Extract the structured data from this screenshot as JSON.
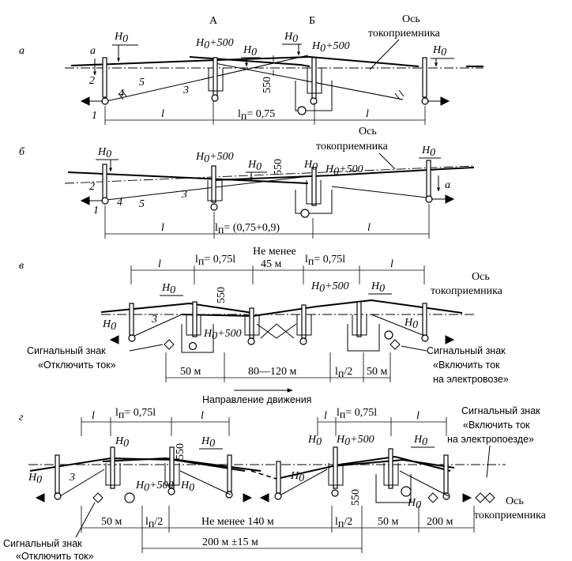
{
  "labels": {
    "a": "а",
    "b": "б",
    "v": "в",
    "g": "г",
    "A": "А",
    "B": "Б",
    "axis_pantograph": "Ось",
    "axis_pantograph2": "токоприемника",
    "H0": "H",
    "H0_sub": "0",
    "H0_500": "+500",
    "l": "l",
    "lp": "l",
    "lp_sub": "п",
    "lp_a_val": "= 0,75",
    "lp_b_val": "= (0,75+0,9)",
    "lp_v_val": "= 0,75",
    "lp_g_val": "= 0,75",
    "dim_550": "550",
    "arrow_a": "a",
    "n1": "1",
    "n2": "2",
    "n3": "3",
    "n4": "4",
    "n5": "5",
    "not_less": "Не менее",
    "d_45": "45 м",
    "d_50": "50 м",
    "d_80_120": "80—120 м",
    "lp_half": "/2",
    "d_not_less_140": "Не менее 140 м",
    "d_200": "200 м",
    "d_200_15": "200 м ±15 м",
    "signal": "Сигнальный знак",
    "signal_off": "«Отключить ток»",
    "signal_on_loco": "«Включить ток",
    "signal_on_loco2": "на электровозе»",
    "signal_on_train": "«Включить ток",
    "signal_on_train2": "на электропоезде»",
    "direction": "Направление движения"
  }
}
